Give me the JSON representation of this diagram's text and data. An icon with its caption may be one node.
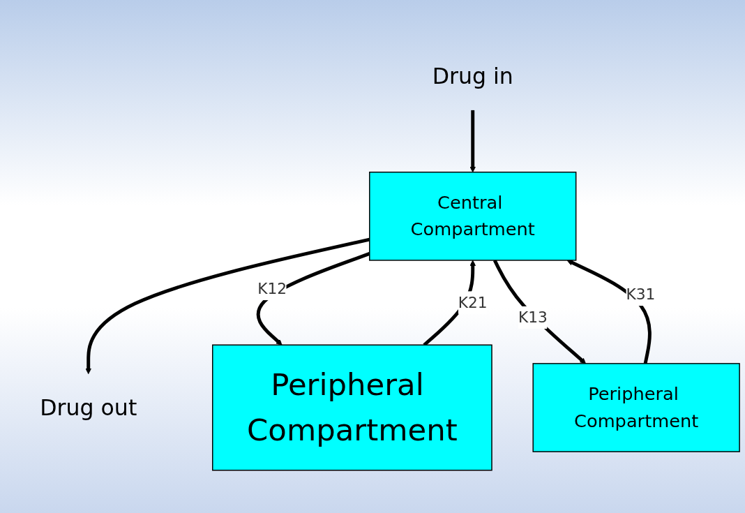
{
  "diagram": {
    "nodes": [
      {
        "text": [
          "Central Compartment"
        ]
      },
      {
        "text": [
          "Peripheral Compartment"
        ]
      },
      {
        "text": [
          "Peripheral Compartment"
        ]
      },
      {
        "text": [
          "Drug in"
        ]
      },
      {
        "text": [
          "Drug out"
        ]
      }
    ],
    "edges": [
      {
        "from": 3,
        "to": 0,
        "arrow": "to"
      },
      {
        "from": 0,
        "to": 4,
        "arrow": "to"
      },
      {
        "from": 0,
        "to": 1,
        "label": "K12",
        "arrow": "to"
      },
      {
        "from": 1,
        "to": 0,
        "label": "K21",
        "arrow": "to"
      },
      {
        "from": 0,
        "to": 2,
        "label": "K13",
        "arrow": "to"
      },
      {
        "from": 2,
        "to": 0,
        "label": "K31",
        "arrow": "to"
      }
    ]
  }
}
